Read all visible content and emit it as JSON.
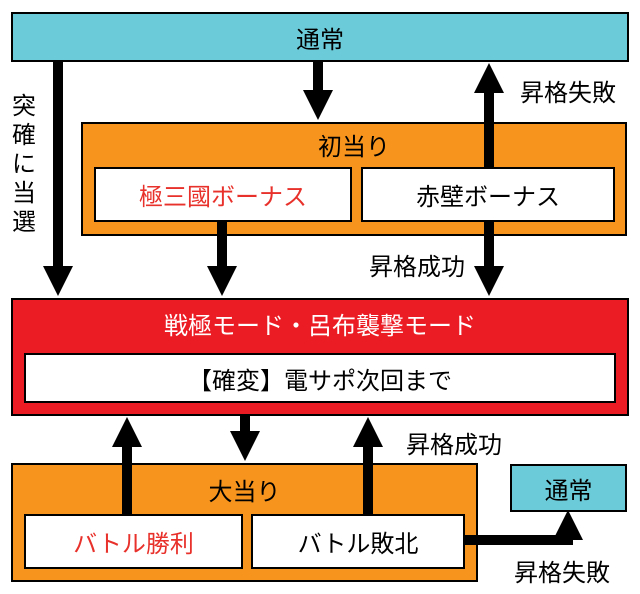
{
  "colors": {
    "normal_bg": "#6bcbd9",
    "first_hit_bg": "#f7941d",
    "mode_bg": "#ec1c24",
    "inner_bg": "#ffffff",
    "red_text": "#e8312b",
    "border": "#000000"
  },
  "top": {
    "normal": "通常"
  },
  "first_hit": {
    "title": "初当り",
    "bonus_red": "極三國ボーナス",
    "bonus_wall": "赤壁ボーナス"
  },
  "mode": {
    "title": "戦極モード・呂布襲撃モード",
    "subtitle": "【確変】電サポ次回まで"
  },
  "big_hit": {
    "title": "大当り",
    "battle_win": "バトル勝利",
    "battle_lose": "バトル敗北"
  },
  "bottom_normal": "通常",
  "labels": {
    "promote_fail_top": "昇格失敗",
    "direct_win": "突確に当選",
    "promote_success_mid": "昇格成功",
    "promote_success_low": "昇格成功",
    "promote_fail_bottom": "昇格失敗"
  }
}
